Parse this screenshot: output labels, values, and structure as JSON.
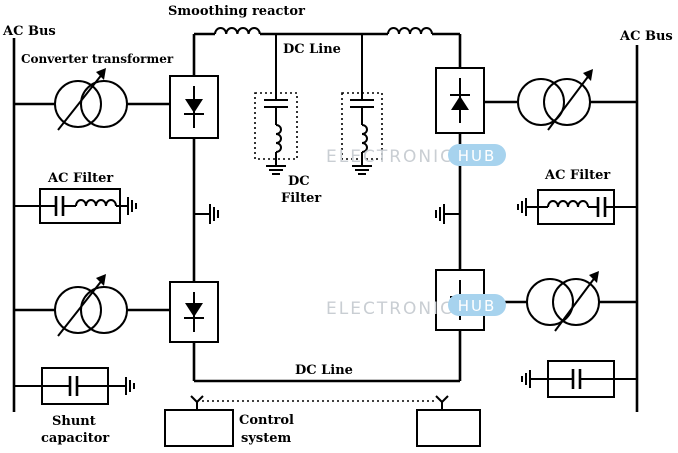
{
  "labels": {
    "ac_bus_left": "AC Bus",
    "ac_bus_right": "AC Bus",
    "smoothing_reactor": "Smoothing reactor",
    "converter_transformer": "Converter transformer",
    "dc_line_top": "DC Line",
    "dc_filter_line1": "DC",
    "dc_filter_line2": "Filter",
    "ac_filter_left": "AC Filter",
    "ac_filter_right": "AC Filter",
    "dc_line_bottom": "DC Line",
    "shunt_capacitor_line1": "Shunt",
    "shunt_capacitor_line2": "capacitor",
    "control_system_line1": "Control",
    "control_system_line2": "system"
  },
  "watermark": {
    "brand": "ELECTRONICS",
    "badge": "HUB",
    "text_color": "#c9ced3",
    "badge_color": "#a7d3ee"
  }
}
